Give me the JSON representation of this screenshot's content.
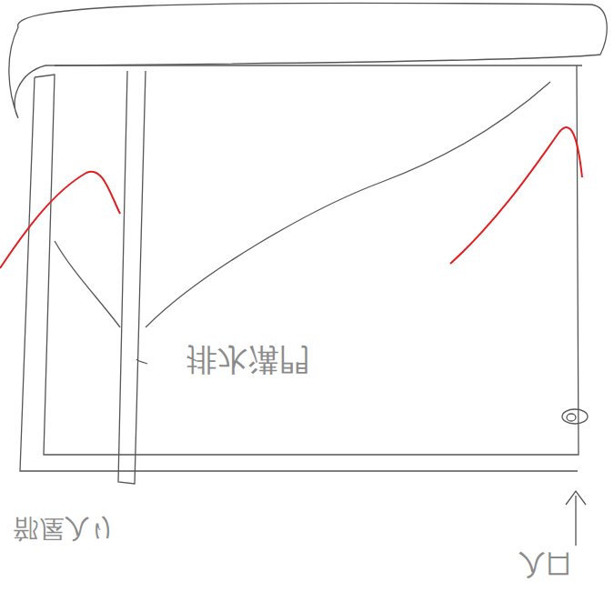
{
  "diagram": {
    "labels": [
      "排水溝門",
      "部屋入り",
      "入口"
    ]
  }
}
